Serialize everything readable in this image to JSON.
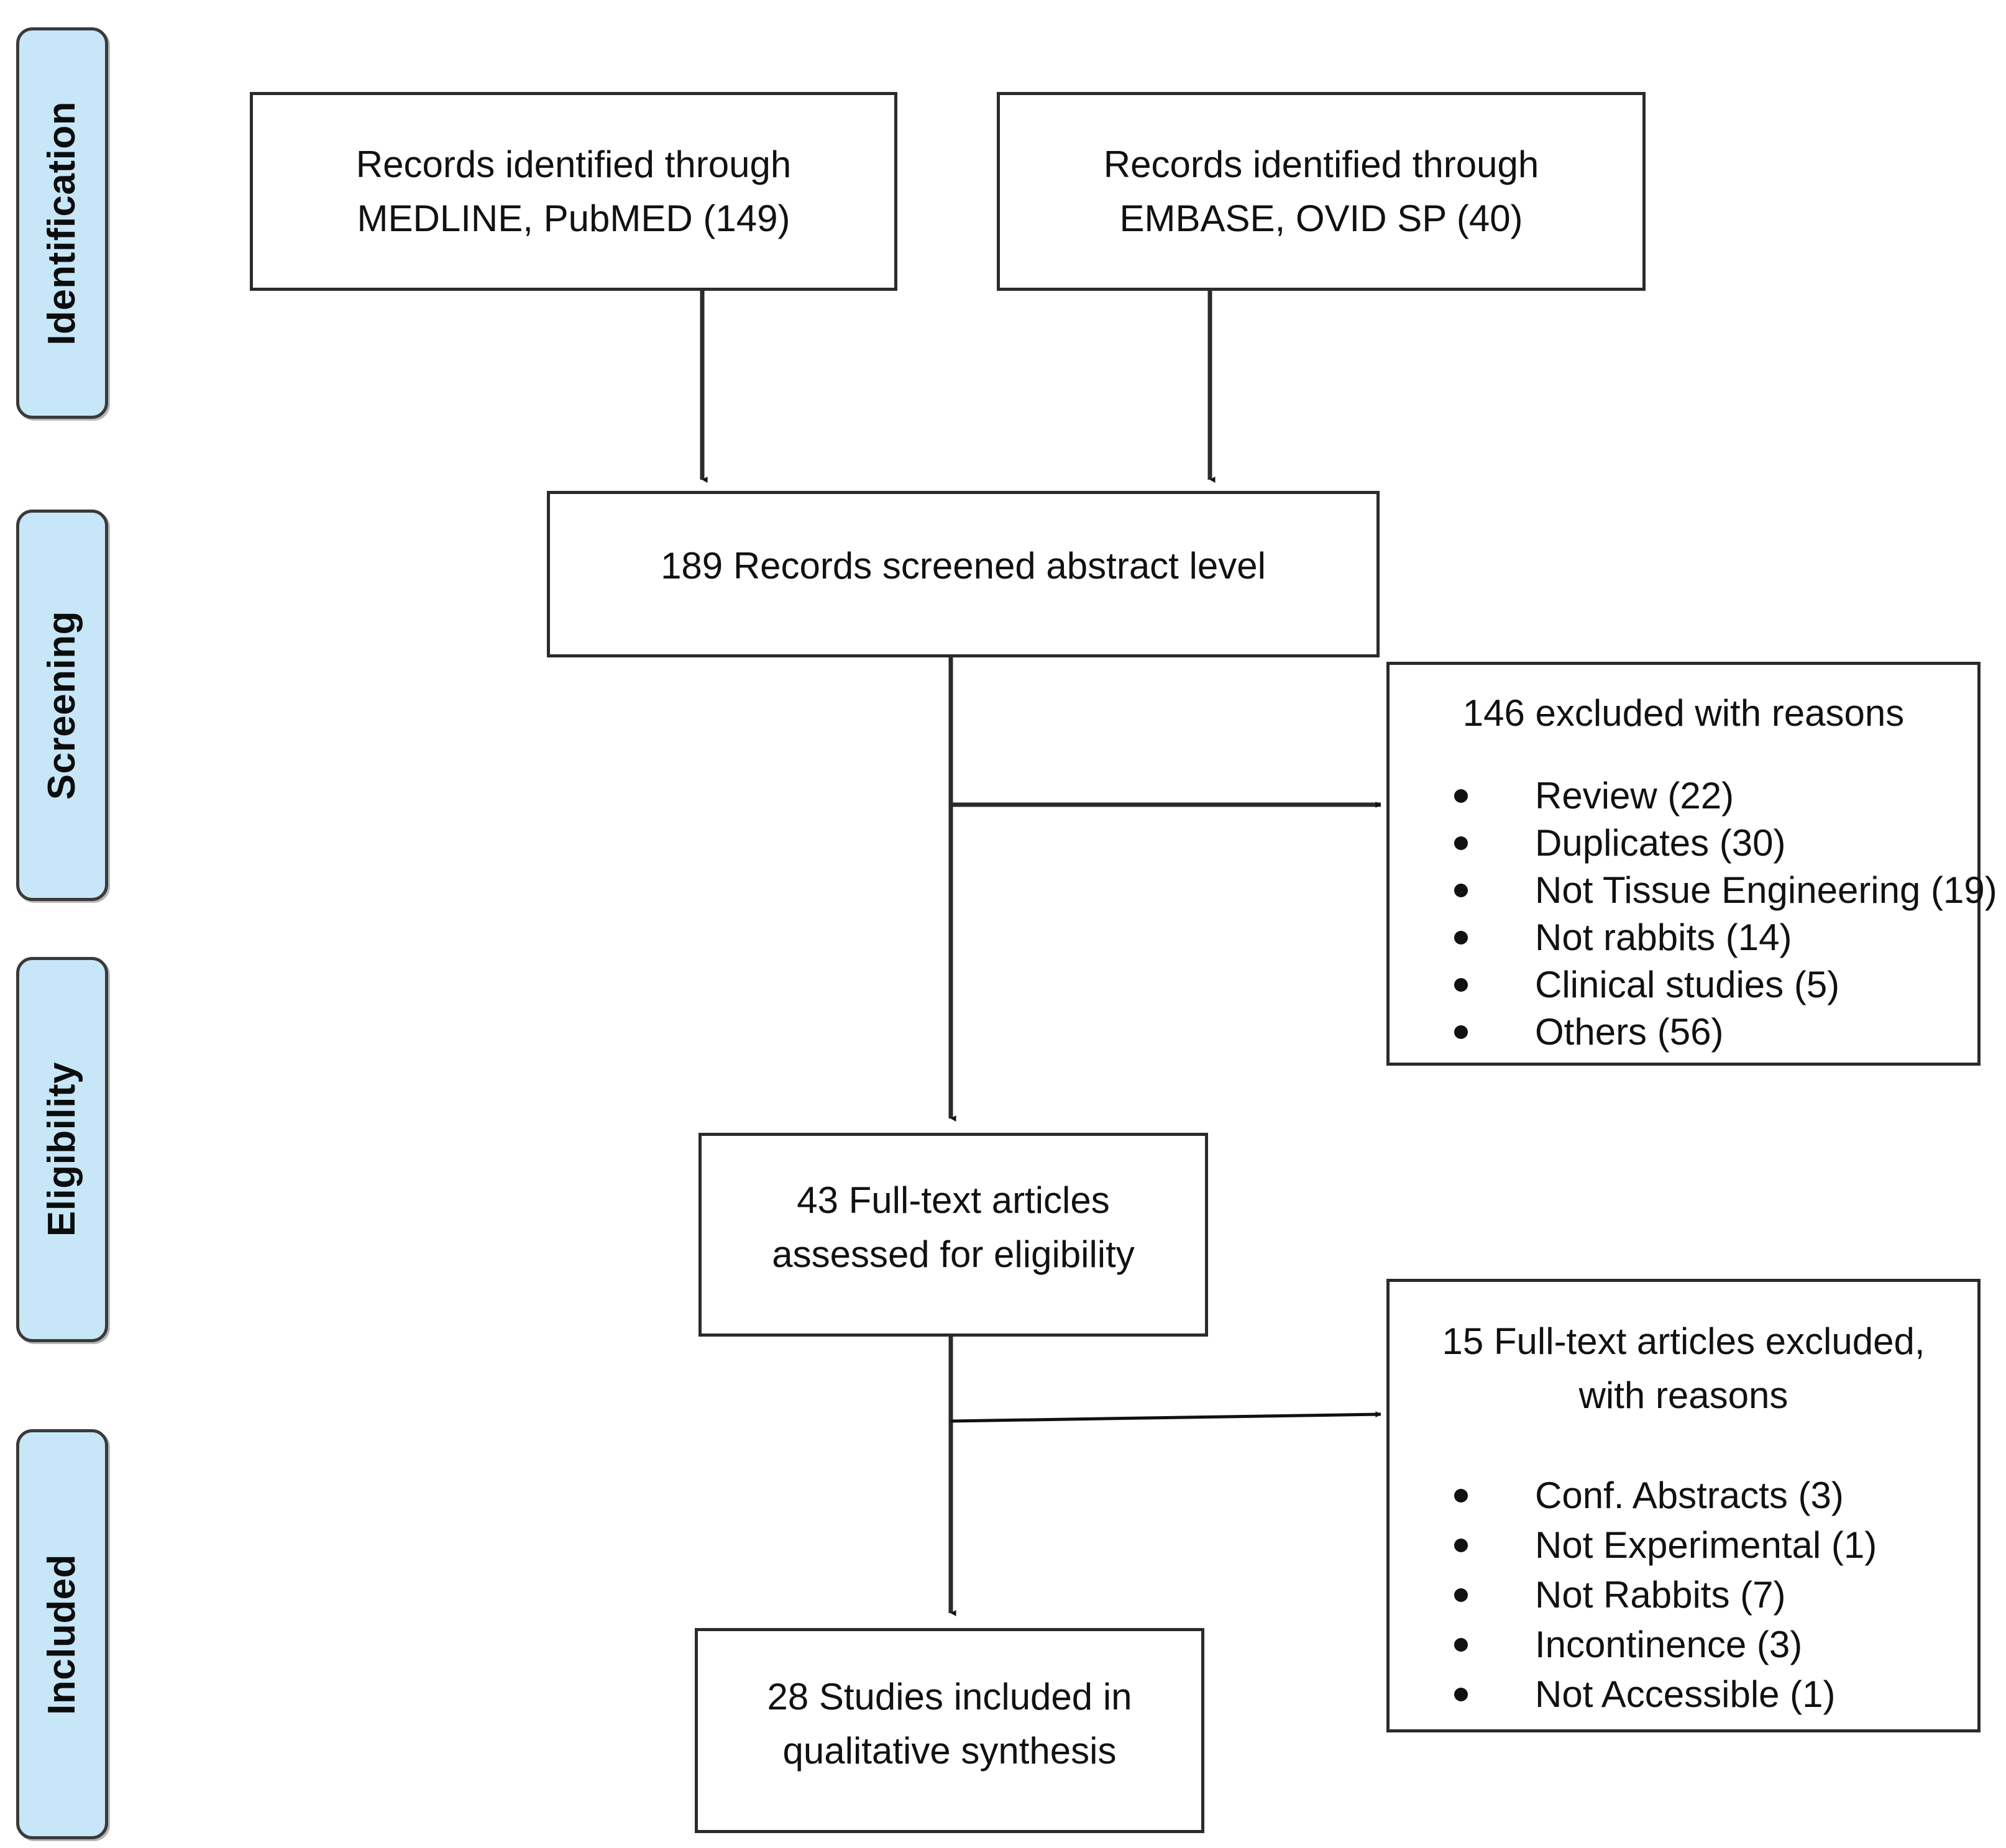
{
  "diagram": {
    "type": "prisma-flow-diagram",
    "title": "PRISMA study selection flow diagram",
    "accent_color": "#c7e6f8",
    "border_color": "#2b2b2b",
    "text_color": "#111111"
  },
  "phases": [
    {
      "label": "Identification"
    },
    {
      "label": "Screening"
    },
    {
      "label": "Eligibility"
    },
    {
      "label": "Included"
    }
  ],
  "boxes": {
    "source_medline": {
      "lines": [
        "Records identified through",
        "MEDLINE, PubMED (149)"
      ],
      "count": 149,
      "database": "MEDLINE, PubMED"
    },
    "source_embase": {
      "lines": [
        "Records identified through",
        "EMBASE, OVID SP (40)"
      ],
      "count": 40,
      "database": "EMBASE, OVID SP"
    },
    "screened": {
      "lines": [
        "189 Records screened abstract level"
      ],
      "count": 189
    },
    "fulltext_assessed": {
      "lines": [
        "43 Full-text articles",
        "assessed for eligibility"
      ],
      "count": 43
    },
    "included": {
      "lines": [
        "28 Studies included in",
        "qualitative synthesis"
      ],
      "count": 28
    }
  },
  "exclusions": {
    "abstract_level": {
      "title_lines": [
        "146 excluded with reasons"
      ],
      "total": 146,
      "reasons": [
        {
          "label": "Review (22)",
          "count": 22
        },
        {
          "label": "Duplicates (30)",
          "count": 30
        },
        {
          "label": "Not Tissue Engineering (19)",
          "count": 19
        },
        {
          "label": "Not rabbits (14)",
          "count": 14
        },
        {
          "label": "Clinical studies (5)",
          "count": 5
        },
        {
          "label": "Others (56)",
          "count": 56
        }
      ]
    },
    "fulltext_level": {
      "title_lines": [
        "15 Full-text articles excluded,",
        "with reasons"
      ],
      "total": 15,
      "reasons": [
        {
          "label": "Conf. Abstracts (3)",
          "count": 3
        },
        {
          "label": "Not Experimental (1)",
          "count": 1
        },
        {
          "label": "Not Rabbits (7)",
          "count": 7
        },
        {
          "label": "Incontinence (3)",
          "count": 3
        },
        {
          "label": "Not Accessible (1)",
          "count": 1
        }
      ]
    }
  }
}
